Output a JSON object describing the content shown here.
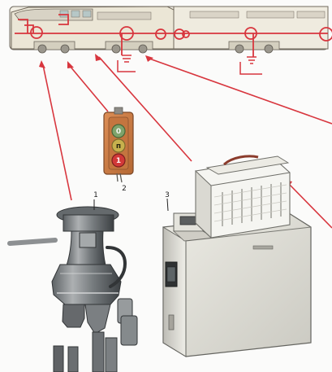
{
  "labels": {
    "one": "1",
    "two": "2",
    "three": "3"
  },
  "buttons": {
    "top": "0",
    "middle": "п",
    "bottom": "1"
  },
  "colors": {
    "wire_red": "#d8363e",
    "locomotive_body": "#ece8d9",
    "locomotive_outline": "#6f6a60",
    "panel_body": "#c77b44",
    "green_button": "#7ea36b",
    "yellow_button": "#c7b14d",
    "red_button": "#d23838",
    "machine_gray": "#8d9092",
    "machine_dark": "#44484b",
    "box_body": "#dbdad2",
    "box_shadow": "#878782"
  }
}
